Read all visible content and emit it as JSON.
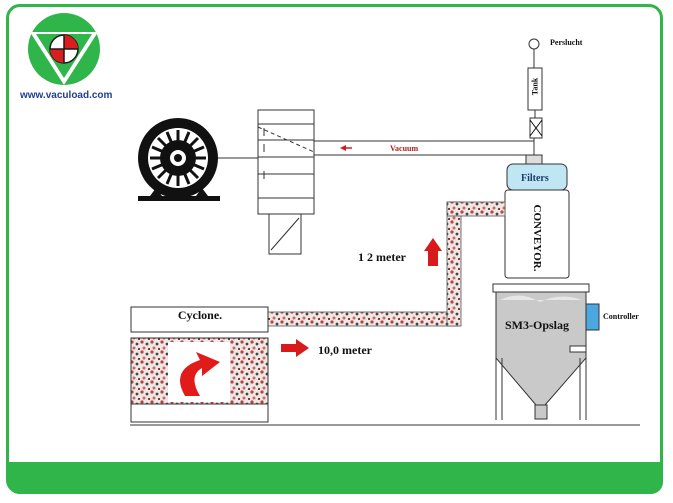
{
  "site": {
    "url": "www.vacuload.com"
  },
  "labels": {
    "cyclone": "Cyclone.",
    "distance": "10,0 meter",
    "height": "1  2 meter",
    "vacuum": "Vacuum",
    "filters": "Filters",
    "conveyor": "CONVEYOR.",
    "opslag": "SM3-Opslag",
    "controller": "Controller",
    "tank": "Tank",
    "perslucht": "Perslucht"
  },
  "colors": {
    "brand_green": "#2fb54a",
    "pipe_material": "#b84545",
    "arrow_red": "#d91a1a",
    "silo_grey": "#c9c9c9",
    "filter_blue": "#bfe6f2"
  }
}
